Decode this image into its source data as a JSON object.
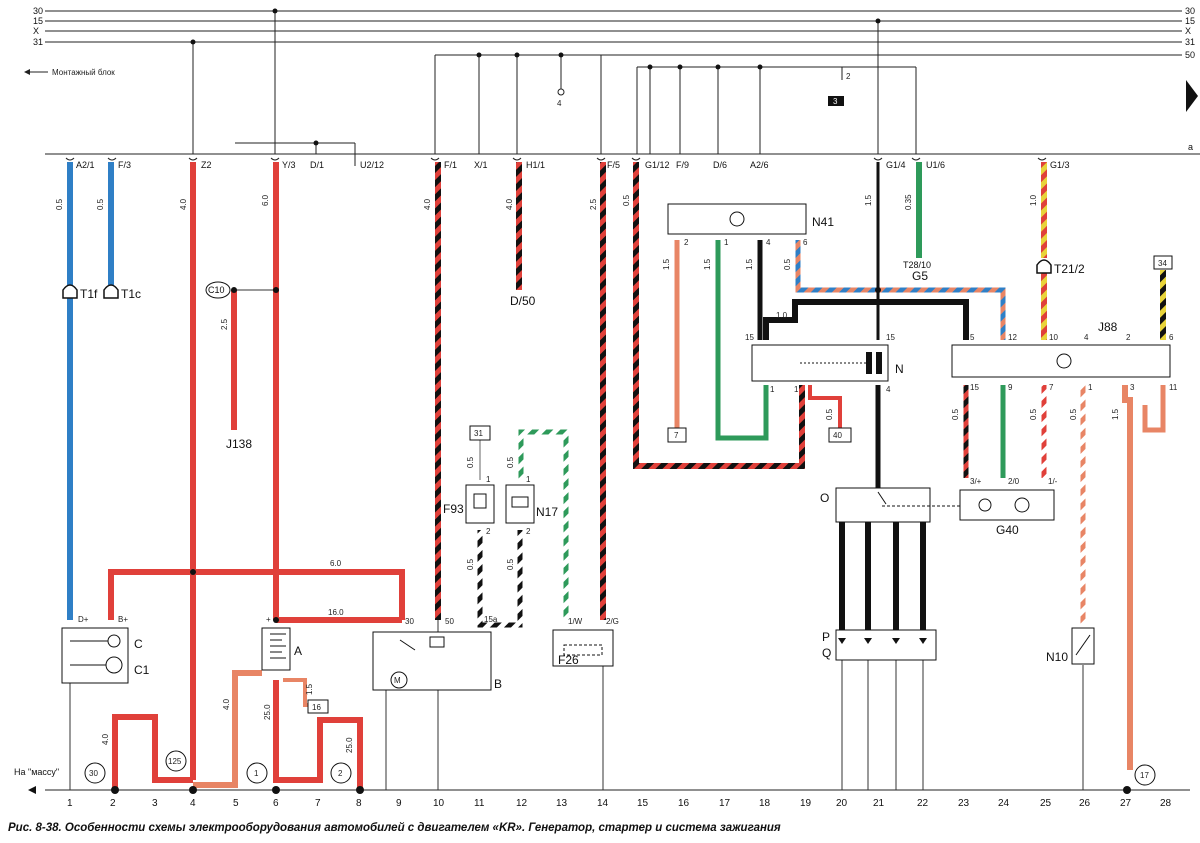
{
  "bus": {
    "left": [
      "30",
      "15",
      "X",
      "31"
    ],
    "right": [
      "30",
      "15",
      "X",
      "31",
      "50"
    ],
    "mount_block": "Монтажный блок",
    "a_label": "a"
  },
  "connectors": [
    "A2/1",
    "F/3",
    "Z2",
    "Y/3",
    "D/1",
    "U2/12",
    "F/1",
    "X/1",
    "H1/1",
    "F/5",
    "G1/12",
    "F/9",
    "D/6",
    "A2/6",
    "G1/4",
    "U1/6",
    "G1/3"
  ],
  "wire_values": [
    "0.5",
    "0.5",
    "4.0",
    "6.0",
    "2.5",
    "4.0",
    "4.0",
    "2.5",
    "0.5",
    "1.5",
    "1.5",
    "1.5",
    "0.5",
    "1.0",
    "1.5",
    "0.35",
    "1.0",
    "6.0",
    "16.0",
    "4.0",
    "25.0",
    "1.5",
    "4.0",
    "25.0",
    "0.5",
    "0.5",
    "0.5",
    "0.5",
    "0.5",
    "0.5",
    "0.5",
    "0.5",
    "1.5"
  ],
  "components": {
    "T1f": "T1f",
    "T1c": "T1c",
    "C10": "C10",
    "J138": "J138",
    "D50": "D/50",
    "N41": "N41",
    "G5": "G5",
    "T28": "T28/10",
    "T21": "T21/2",
    "J88": "J88",
    "N": "N",
    "box34": "34",
    "box31": "31",
    "box7": "7",
    "box40": "40",
    "box16": "16",
    "box3": "3",
    "F93": "F93",
    "N17": "N17",
    "C": "C",
    "C1": "C1",
    "A": "A",
    "B": "B",
    "F26": "F26",
    "O": "O",
    "P": "P",
    "Q": "Q",
    "G40": "G40",
    "N10": "N10",
    "mass": "На \"массу\"",
    "g30": "30",
    "g125": "125",
    "g1": "1",
    "g2": "2",
    "g17": "17"
  },
  "pins": {
    "dplus": "D+",
    "bplus": "B+",
    "plus": "+",
    "p30": "30",
    "p50": "50",
    "p15a": "15a",
    "p1w": "1/W",
    "p2g": "2/G",
    "n41_2": "2",
    "n41_1": "1",
    "n41_4": "4",
    "n41_6": "6",
    "n_15a": "15",
    "n_15b": "15",
    "n_1a": "1",
    "n_1b": "1",
    "n_4": "4",
    "j5": "5",
    "j12": "12",
    "j10": "10",
    "j4": "4",
    "j2": "2",
    "j6": "6",
    "j15": "15",
    "j9": "9",
    "j7": "7",
    "j1": "1",
    "j3": "3",
    "j11": "11",
    "g40a": "3/+",
    "g40b": "2/0",
    "g40c": "1/-",
    "f93_1": "1",
    "f93_2": "2",
    "n17_1": "1",
    "n17_2": "2",
    "p2": "2",
    "p4": "4"
  },
  "numbers": [
    "1",
    "2",
    "3",
    "4",
    "5",
    "6",
    "7",
    "8",
    "9",
    "10",
    "11",
    "12",
    "13",
    "14",
    "15",
    "16",
    "17",
    "18",
    "19",
    "20",
    "21",
    "22",
    "23",
    "24",
    "25",
    "26",
    "27",
    "28"
  ],
  "caption": "Рис. 8-38. Особенности схемы электрооборудования автомобилей с двигателем «KR». Генератор, стартер и система зажигания",
  "colors": {
    "red": "#e0403a",
    "blue": "#2f7fc6",
    "green": "#2e9a5a",
    "black": "#111111",
    "orange": "#e88565",
    "yellow": "#e8d33a"
  }
}
